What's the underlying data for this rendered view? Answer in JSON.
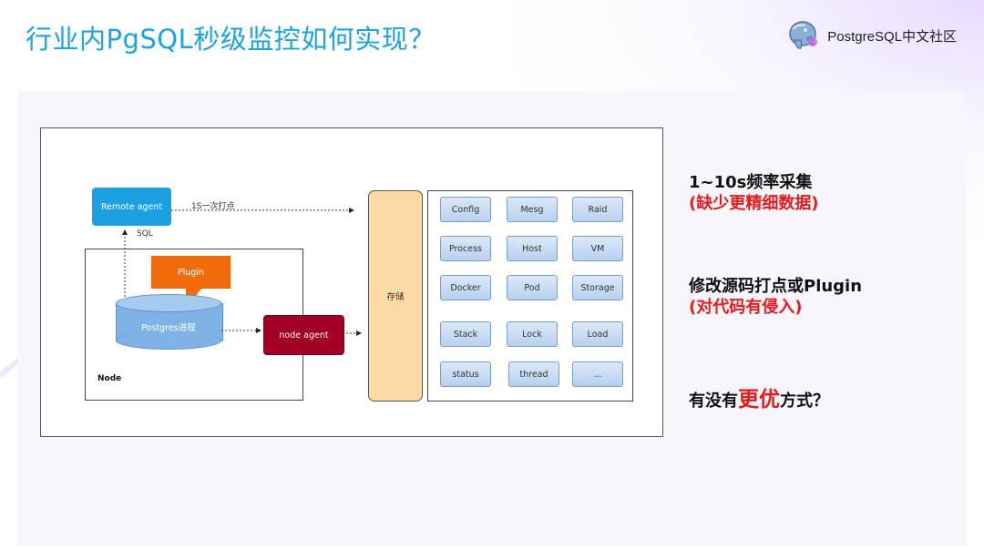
{
  "title": "行业内PgSQL秒级监控如何实现？",
  "brand": {
    "name": "PostgreSQL中文社区",
    "logo_icon": "postgres-elephant-icon"
  },
  "diagram": {
    "remote_agent": "Remote agent",
    "arrow_1s": "1S一次打点",
    "sql": "SQL",
    "plugin": "Plugin",
    "postgres": "Postgres进程",
    "node_agent": "node agent",
    "node": "Node",
    "storage": "存储",
    "metrics": [
      [
        "Config",
        "Mesg",
        "Raid"
      ],
      [
        "Process",
        "Host",
        "VM"
      ],
      [
        "Docker",
        "Pod",
        "Storage"
      ],
      [
        "Stack",
        "Lock",
        "Load"
      ],
      [
        "status",
        "thread",
        "..."
      ]
    ]
  },
  "callouts": {
    "c1_line1": "1~10s频率采集",
    "c1_line2": "(缺少更精细数据)",
    "c2_line1": "修改源码打点或Plugin",
    "c2_line2": "(对代码有侵入)",
    "c3_pre": "有没有",
    "c3_em": "更优",
    "c3_post": "方式？"
  },
  "colors": {
    "title": "#1aa3e6",
    "accent_red": "#e81a1a",
    "agent_blue": "#1ba1e2",
    "node_agent_red": "#a20025",
    "plugin_orange": "#f26b0a",
    "storage_fill": "#fdd9a6"
  }
}
